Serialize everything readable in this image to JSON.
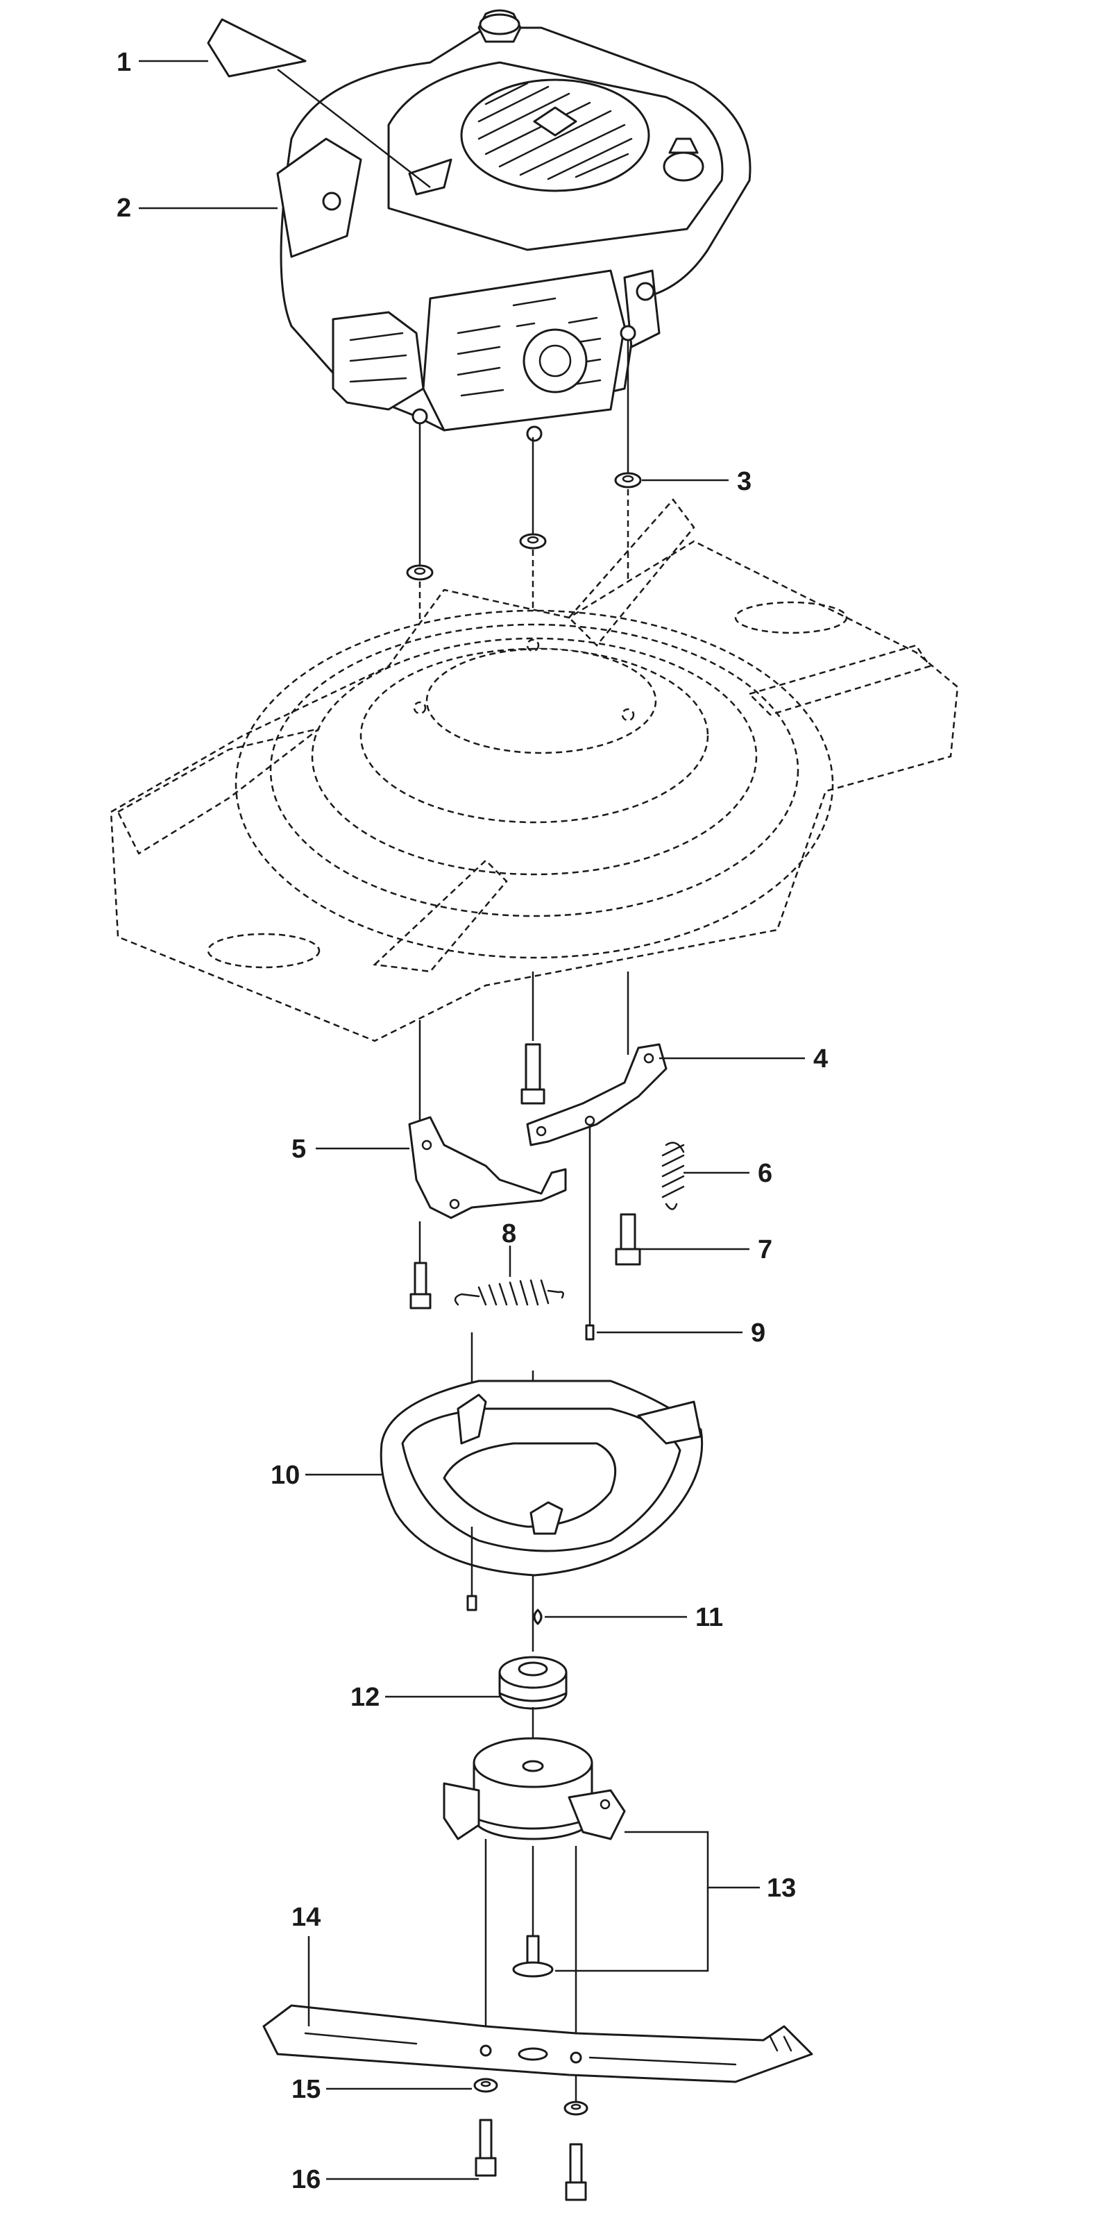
{
  "callouts": [
    {
      "id": "c1",
      "label": "1"
    },
    {
      "id": "c2",
      "label": "2"
    },
    {
      "id": "c3",
      "label": "3"
    },
    {
      "id": "c4",
      "label": "4"
    },
    {
      "id": "c5",
      "label": "5"
    },
    {
      "id": "c6",
      "label": "6"
    },
    {
      "id": "c7",
      "label": "7"
    },
    {
      "id": "c8",
      "label": "8"
    },
    {
      "id": "c9",
      "label": "9"
    },
    {
      "id": "c10",
      "label": "10"
    },
    {
      "id": "c11",
      "label": "11"
    },
    {
      "id": "c12",
      "label": "12"
    },
    {
      "id": "c13",
      "label": "13"
    },
    {
      "id": "c14",
      "label": "14"
    },
    {
      "id": "c15",
      "label": "15"
    },
    {
      "id": "c16",
      "label": "16"
    }
  ],
  "colors": {
    "line": "#1a1a1a",
    "background": "#ffffff"
  }
}
